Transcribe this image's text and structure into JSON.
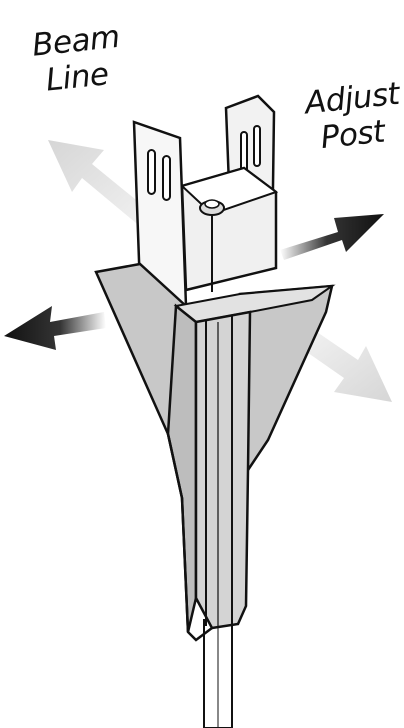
{
  "labels": {
    "beam_line": [
      "Beam",
      "Line"
    ],
    "adjust_post": [
      "Adjust",
      "Post"
    ]
  },
  "colors": {
    "outline": "#111111",
    "bracket_gray": "#c8c8c8",
    "bracket_dark": "#9a9a9a",
    "post_light": "#e6e6e6",
    "arrow_dark": "#111111",
    "arrow_faded": "#d9d9d9"
  }
}
